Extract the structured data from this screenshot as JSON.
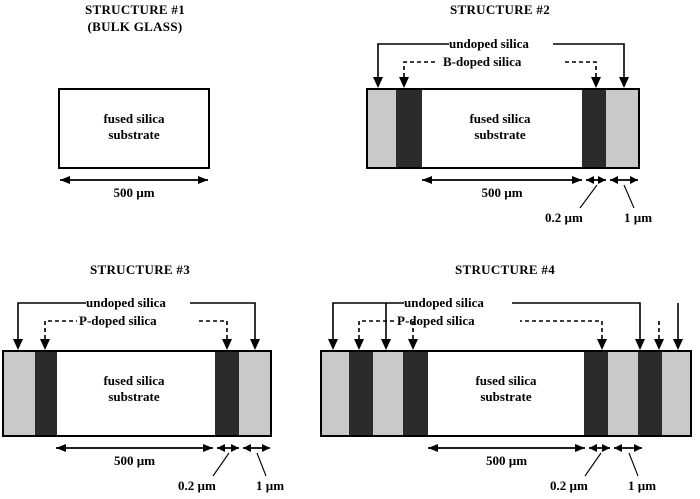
{
  "figure": {
    "kind": "layer-stack-diagram",
    "colors": {
      "undoped_layer": "#c9c9c9",
      "doped_layer": "#2b2b2b",
      "substrate": "#ffffff",
      "outline": "#000000"
    },
    "shared": {
      "substrate_line1": "fused silica",
      "substrate_line2": "substrate",
      "undoped_label": "undoped silica",
      "dim_500": "500 µm",
      "dim_02": "0.2 µm",
      "dim_1": "1 µm"
    }
  },
  "structures": [
    {
      "id": "structure-1",
      "title": "STRUCTURE #1",
      "subtitle": "(BULK GLASS)",
      "substrate_line1": "fused silica",
      "substrate_line2": "substrate",
      "dim_500": "500 µm",
      "layers": [
        {
          "name": "substrate",
          "material": "fused silica substrate",
          "color": "#ffffff",
          "thickness": "500 µm"
        }
      ]
    },
    {
      "id": "structure-2",
      "title": "STRUCTURE #2",
      "undoped_label": "undoped silica",
      "doped_label": "B-doped silica",
      "substrate_line1": "fused silica",
      "substrate_line2": "substrate",
      "dim_500": "500 µm",
      "dim_02": "0.2 µm",
      "dim_1": "1 µm",
      "layers": [
        {
          "name": "undoped silica",
          "color": "#c9c9c9",
          "thickness": "1 µm"
        },
        {
          "name": "B-doped silica",
          "color": "#2b2b2b",
          "thickness": "0.2 µm"
        },
        {
          "name": "fused silica substrate",
          "color": "#ffffff",
          "thickness": "500 µm"
        },
        {
          "name": "B-doped silica",
          "color": "#2b2b2b",
          "thickness": "0.2 µm"
        },
        {
          "name": "undoped silica",
          "color": "#c9c9c9",
          "thickness": "1 µm"
        }
      ]
    },
    {
      "id": "structure-3",
      "title": "STRUCTURE #3",
      "undoped_label": "undoped silica",
      "doped_label": "P-doped silica",
      "substrate_line1": "fused silica",
      "substrate_line2": "substrate",
      "dim_500": "500 µm",
      "dim_02": "0.2 µm",
      "dim_1": "1 µm",
      "layers": [
        {
          "name": "undoped silica",
          "color": "#c9c9c9",
          "thickness": "1 µm"
        },
        {
          "name": "P-doped silica",
          "color": "#2b2b2b",
          "thickness": "0.2 µm"
        },
        {
          "name": "fused silica substrate",
          "color": "#ffffff",
          "thickness": "500 µm"
        },
        {
          "name": "P-doped silica",
          "color": "#2b2b2b",
          "thickness": "0.2 µm"
        },
        {
          "name": "undoped silica",
          "color": "#c9c9c9",
          "thickness": "1 µm"
        }
      ]
    },
    {
      "id": "structure-4",
      "title": "STRUCTURE #4",
      "undoped_label": "undoped silica",
      "doped_label": "P-doped silica",
      "substrate_line1": "fused silica",
      "substrate_line2": "substrate",
      "dim_500": "500 µm",
      "dim_02": "0.2 µm",
      "dim_1": "1 µm",
      "layers": [
        {
          "name": "undoped silica",
          "color": "#c9c9c9",
          "thickness": "1 µm"
        },
        {
          "name": "P-doped silica",
          "color": "#2b2b2b",
          "thickness": "0.2 µm"
        },
        {
          "name": "undoped silica",
          "color": "#c9c9c9",
          "thickness": "1 µm"
        },
        {
          "name": "P-doped silica",
          "color": "#2b2b2b",
          "thickness": "0.2 µm"
        },
        {
          "name": "fused silica substrate",
          "color": "#ffffff",
          "thickness": "500 µm"
        },
        {
          "name": "P-doped silica",
          "color": "#2b2b2b",
          "thickness": "0.2 µm"
        },
        {
          "name": "undoped silica",
          "color": "#c9c9c9",
          "thickness": "1 µm"
        },
        {
          "name": "P-doped silica",
          "color": "#2b2b2b",
          "thickness": "0.2 µm"
        },
        {
          "name": "undoped silica",
          "color": "#c9c9c9",
          "thickness": "1 µm"
        }
      ]
    }
  ]
}
